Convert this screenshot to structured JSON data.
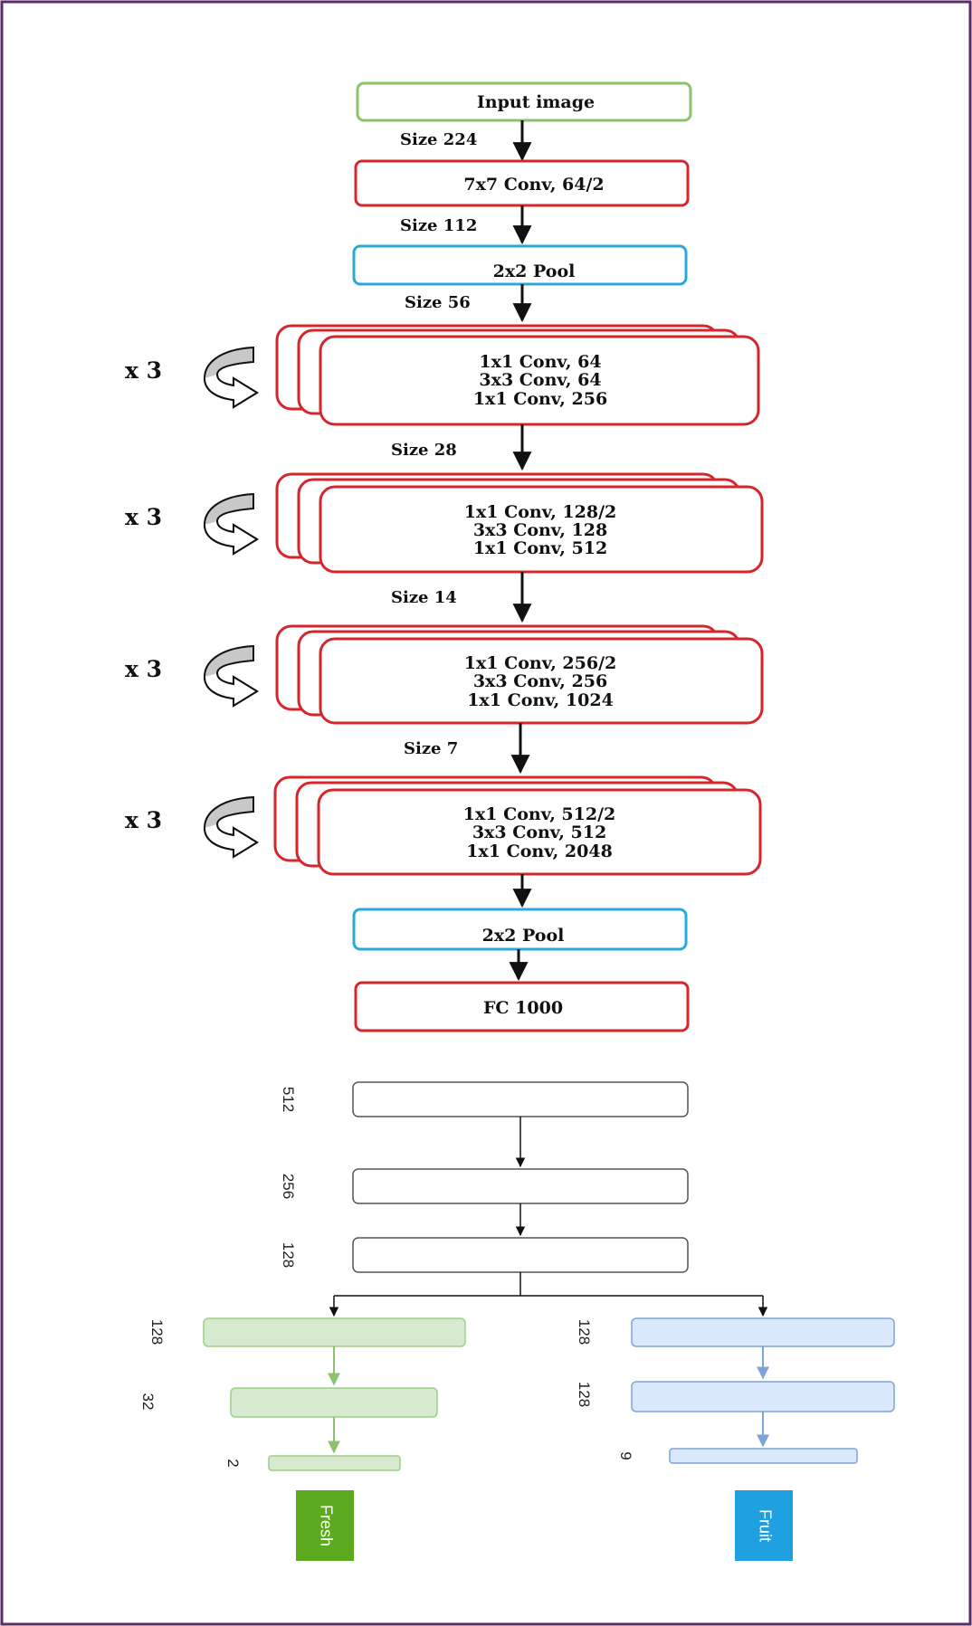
{
  "colors": {
    "frame": "#5b2a6e",
    "green_outline": "#8cc26e",
    "red_outline": "#d6262c",
    "cyan_outline": "#2aa8d8",
    "head_green_fill": "#d7ead0",
    "head_green_stroke": "#9ccf86",
    "head_blue_fill": "#dae8fb",
    "head_blue_stroke": "#7ea3d6",
    "fresh_fill": "#5caa1f",
    "fruit_fill": "#1fa0e0"
  },
  "backbone": {
    "input": "Input image",
    "conv1": "7x7 Conv, 64/2",
    "pool1": "2x2 Pool",
    "stage1": [
      "1x1 Conv, 64",
      "3x3 Conv, 64",
      "1x1 Conv, 256"
    ],
    "stage2": [
      "1x1 Conv, 128/2",
      "3x3 Conv, 128",
      "1x1 Conv, 512"
    ],
    "stage3": [
      "1x1 Conv, 256/2",
      "3x3 Conv, 256",
      "1x1 Conv, 1024"
    ],
    "stage4": [
      "1x1 Conv, 512/2",
      "3x3 Conv, 512",
      "1x1 Conv, 2048"
    ],
    "pool2": "2x2 Pool",
    "fc": "FC 1000"
  },
  "sizes": {
    "s224": "Size 224",
    "s112": "Size 112",
    "s56": "Size 56",
    "s28": "Size 28",
    "s14": "Size 14",
    "s7": "Size 7"
  },
  "repeat_label": "x 3",
  "dense": {
    "d1": "512",
    "d2": "256",
    "d3": "128"
  },
  "left_head": {
    "d1": "128",
    "d2": "32",
    "d3": "2",
    "output": "Fresh"
  },
  "right_head": {
    "d1": "128",
    "d2": "128",
    "d3": "9",
    "output": "Fruit"
  }
}
